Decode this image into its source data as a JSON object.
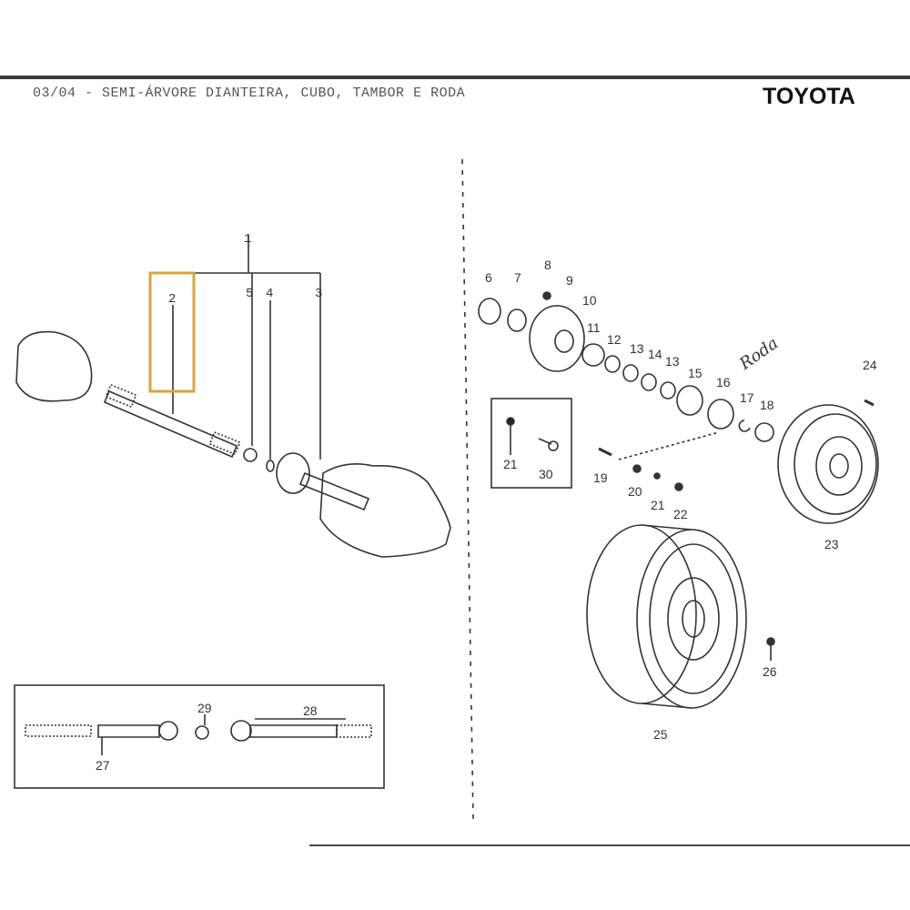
{
  "header": {
    "title": "03/04  -  SEMI-ÁRVORE DIANTEIRA, CUBO, TAMBOR E RODA",
    "brand": "TOYOTA"
  },
  "highlight": {
    "part": "2",
    "color": "#d9a43c"
  },
  "labels": {
    "p1": "1",
    "p2": "2",
    "p3": "3",
    "p4": "4",
    "p5": "5",
    "p6": "6",
    "p7": "7",
    "p8": "8",
    "p9": "9",
    "p10": "10",
    "p11": "11",
    "p12": "12",
    "p13a": "13",
    "p14": "14",
    "p13b": "13",
    "p15": "15",
    "p16": "16",
    "p17": "17",
    "p18": "18",
    "p19": "19",
    "p20": "20",
    "p21": "21",
    "p21b": "21",
    "p22": "22",
    "p23": "23",
    "p24": "24",
    "p25": "25",
    "p26": "26",
    "p27": "27",
    "p28": "28",
    "p29": "29",
    "p30": "30"
  },
  "annotation": "Roda"
}
